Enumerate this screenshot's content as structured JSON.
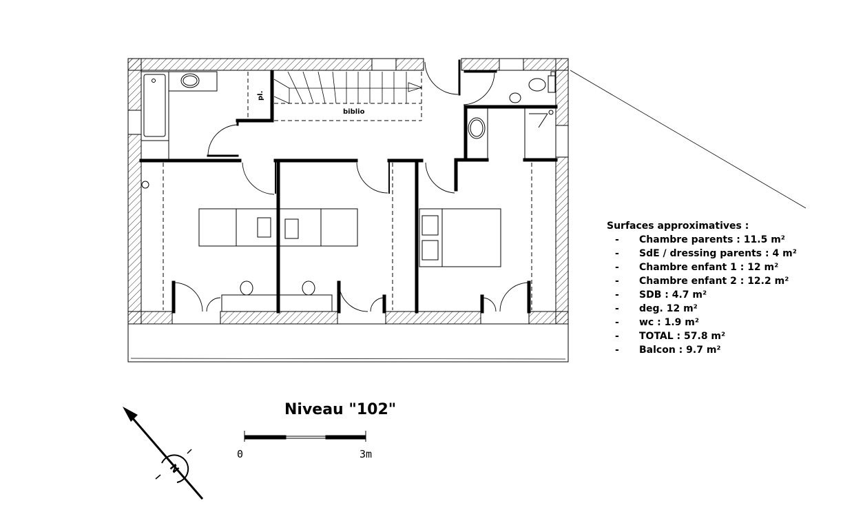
{
  "plan": {
    "labels": {
      "placard": "pl.",
      "biblio": "biblio"
    },
    "level_title": "Niveau \"102\"",
    "north_label": "N",
    "scale": {
      "start": "0",
      "end": "3m"
    }
  },
  "legend": {
    "title": "Surfaces approximatives :",
    "items": [
      {
        "bullet": "-",
        "text": "Chambre parents : 11.5 m²"
      },
      {
        "bullet": "-",
        "text": "SdE / dressing parents : 4 m²"
      },
      {
        "bullet": "-",
        "text": "Chambre enfant 1 : 12 m²"
      },
      {
        "bullet": "-",
        "text": "Chambre enfant 2 : 12.2 m²"
      },
      {
        "bullet": "-",
        "text": "SDB : 4.7 m²"
      },
      {
        "bullet": "-",
        "text": "deg. 12 m²"
      },
      {
        "bullet": "-",
        "text": "wc : 1.9 m²"
      },
      {
        "bullet": "-",
        "text": "TOTAL : 57.8 m²"
      },
      {
        "bullet": "-",
        "text": "Balcon : 9.7 m²"
      }
    ]
  }
}
